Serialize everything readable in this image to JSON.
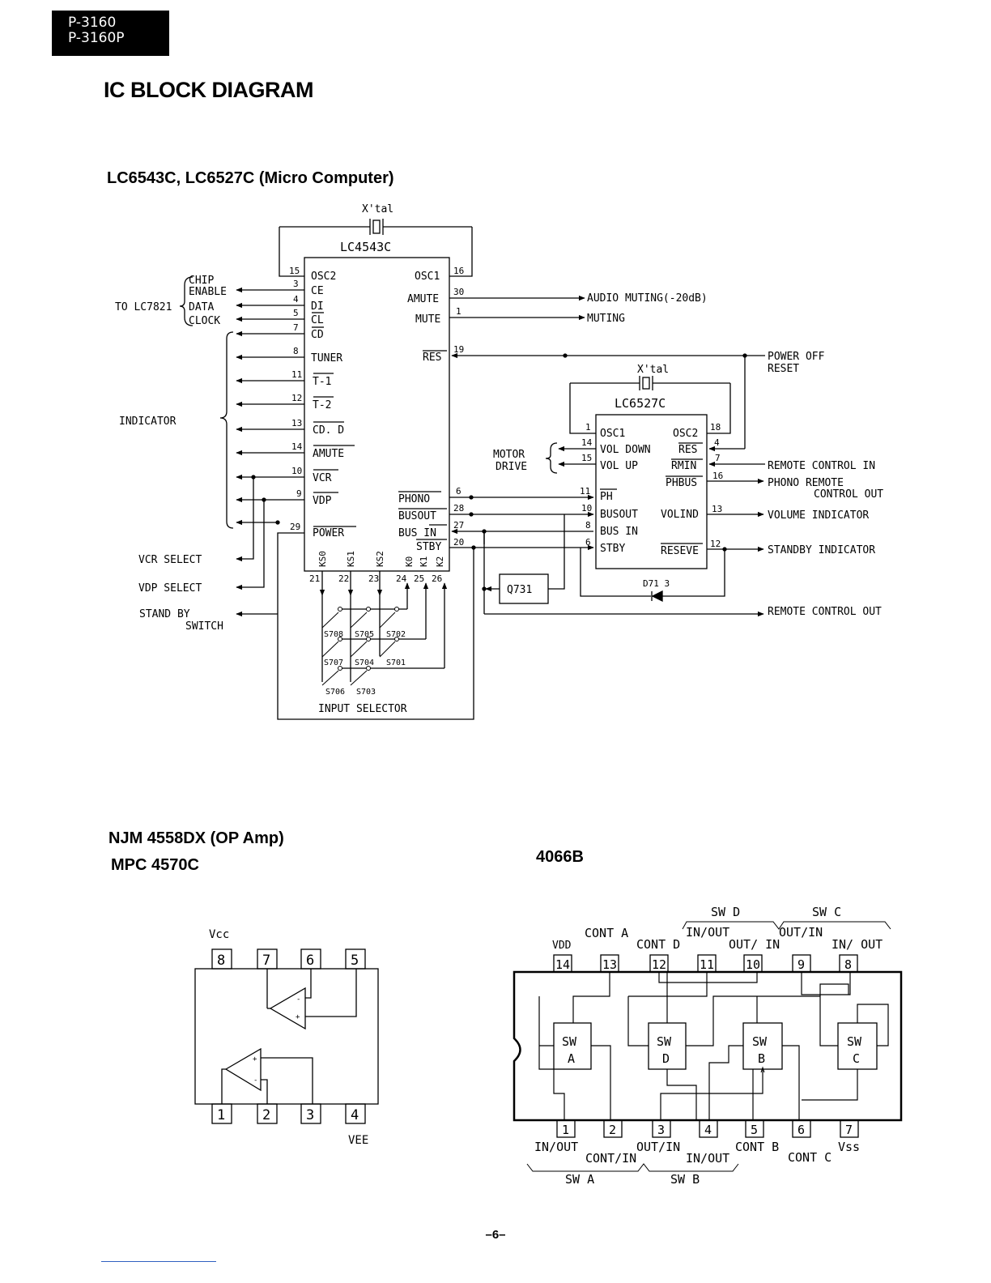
{
  "header": {
    "model_lines": [
      "P-3160",
      "P-3160P"
    ]
  },
  "page_title": "IC BLOCK DIAGRAM",
  "micro": {
    "heading": "LC6543C, LC6527C (Micro Computer)",
    "xtal": "X'tal",
    "ic_name": "LC4543C",
    "left_pins": [
      {
        "num": "15",
        "label": "OSC2"
      },
      {
        "num": "3",
        "label": "CE"
      },
      {
        "num": "4",
        "label": "DI"
      },
      {
        "num": "5",
        "label": "CL"
      },
      {
        "num": "7",
        "label": "CD"
      },
      {
        "num": "8",
        "label": "TUNER"
      },
      {
        "num": "11",
        "label": "T-1"
      },
      {
        "num": "12",
        "label": "T-2"
      },
      {
        "num": "13",
        "label": "CD. D"
      },
      {
        "num": "14",
        "label": "AMUTE"
      },
      {
        "num": "10",
        "label": "VCR"
      },
      {
        "num": "9",
        "label": "VDP"
      },
      {
        "num": "29",
        "label": "POWER"
      }
    ],
    "right_pins": [
      {
        "num": "16",
        "label": "OSC1"
      },
      {
        "num": "30",
        "label": "AMUTE"
      },
      {
        "num": "1",
        "label": "MUTE"
      },
      {
        "num": "19",
        "label": "RES"
      },
      {
        "num": "6",
        "label": "PHONO"
      },
      {
        "num": "28",
        "label": "BUSOUT"
      },
      {
        "num": "27",
        "label": "BUS  IN"
      },
      {
        "num": "20",
        "label": "STBY"
      }
    ],
    "bottom_pins": [
      {
        "num": "21",
        "label": "KS0"
      },
      {
        "num": "22",
        "label": "KS1"
      },
      {
        "num": "23",
        "label": "KS2"
      },
      {
        "num": "24",
        "label": "K0"
      },
      {
        "num": "25",
        "label": "K1"
      },
      {
        "num": "26",
        "label": "K2"
      }
    ],
    "to_lc7821": "TO LC7821",
    "chip_enable": [
      "CHIP",
      "ENABLE"
    ],
    "data": "DATA",
    "clock": "CLOCK",
    "indicator": "INDICATOR",
    "vcr_select": "VCR SELECT",
    "vdp_select": "VDP SELECT",
    "standby_switch": [
      "STAND BY",
      "SWITCH"
    ],
    "audio_muting": "AUDIO  MUTING(-20dB)",
    "muting": "MUTING",
    "power_off_reset": [
      "POWER OFF",
      "RESET"
    ],
    "switches": [
      "S708",
      "S705",
      "S702",
      "S707",
      "S704",
      "S701",
      "S706",
      "S703"
    ],
    "input_selector": "INPUT  SELECTOR",
    "ic2_name": "LC6527C",
    "ic2_left_pins": [
      {
        "num": "1",
        "label": "OSC1"
      },
      {
        "num": "14",
        "label": "VOL DOWN"
      },
      {
        "num": "15",
        "label": "VOL UP"
      },
      {
        "num": "11",
        "label": "PH"
      },
      {
        "num": "10",
        "label": "BUSOUT"
      },
      {
        "num": "8",
        "label": "BUS IN"
      },
      {
        "num": "6",
        "label": "STBY"
      }
    ],
    "ic2_right_pins": [
      {
        "num": "18",
        "label": "OSC2"
      },
      {
        "num": "4",
        "label": "RES"
      },
      {
        "num": "7",
        "label": "RMIN"
      },
      {
        "num": "16",
        "label": "PHBUS"
      },
      {
        "num": "13",
        "label": "VOLIND"
      },
      {
        "num": "12",
        "label": "RESEVE"
      }
    ],
    "motor_drive": [
      "MOTOR",
      "DRIVE"
    ],
    "remote_control_in": "REMOTE  CONTROL  IN",
    "phono_remote": [
      "PHONO  REMOTE",
      "CONTROL  OUT"
    ],
    "volume_indicator": "VOLUME  INDICATOR",
    "standby_indicator": "STANDBY INDICATOR",
    "remote_control_out": "REMOTE  CONTROL OUT",
    "q731": "Q731",
    "d713": "D71 3"
  },
  "opamp": {
    "heading1": "NJM 4558DX (OP Amp)",
    "heading2": "MPC 4570C",
    "vcc": "Vcc",
    "vee": "VEE",
    "top_pins": [
      "8",
      "7",
      "6",
      "5"
    ],
    "bottom_pins": [
      "1",
      "2",
      "3",
      "4"
    ]
  },
  "sw4066": {
    "heading": "4066B",
    "top_pins": [
      "14",
      "13",
      "12",
      "11",
      "10",
      "9",
      "8"
    ],
    "bottom_pins": [
      "1",
      "2",
      "3",
      "4",
      "5",
      "6",
      "7"
    ],
    "switch_labels": [
      {
        "name": "SW",
        "id": "A"
      },
      {
        "name": "SW",
        "id": "D"
      },
      {
        "name": "SW",
        "id": "B"
      },
      {
        "name": "SW",
        "id": "C"
      }
    ],
    "top_labels": {
      "sw_d": "SW  D",
      "sw_c": "SW  C",
      "vdd": "VDD",
      "cont_a": "CONT A",
      "cont_d": "CONT D",
      "in_out_d": "IN/OUT",
      "out_in_d": "OUT/ IN",
      "out_in_c": "OUT/IN",
      "in_out_c": "IN/ OUT"
    },
    "bottom_labels": {
      "in_out_a": "IN/OUT",
      "cont_in_a": "CONT/IN",
      "out_in_b": "OUT/IN",
      "in_out_b": "IN/OUT",
      "cont_b": "CONT B",
      "cont_c": "CONT C",
      "vss": "Vss",
      "sw_a": "SW  A",
      "sw_b": "SW  B"
    }
  },
  "page_number": "–6–"
}
